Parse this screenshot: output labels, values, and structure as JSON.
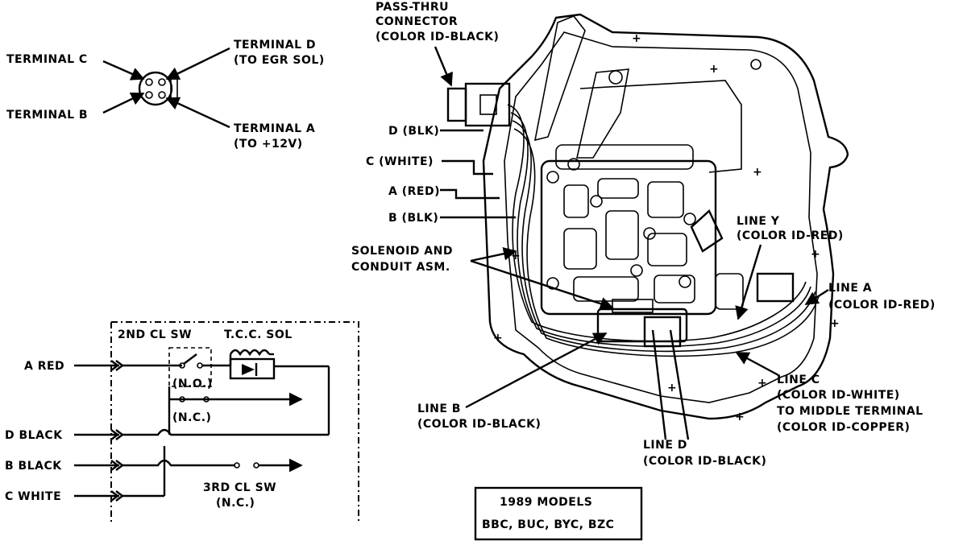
{
  "connector": {
    "terminal_c": "TERMINAL C",
    "terminal_b": "TERMINAL B",
    "terminal_d": "TERMINAL D",
    "terminal_d_note": "(TO EGR SOL)",
    "terminal_a": "TERMINAL A",
    "terminal_a_note": "(TO +12V)"
  },
  "transmission": {
    "pass_thru_line1": "PASS-THRU",
    "pass_thru_line2": "CONNECTOR",
    "pass_thru_line3": "(COLOR ID-BLACK)",
    "wire_d": "D (BLK)",
    "wire_c": "C (WHITE)",
    "wire_a": "A (RED)",
    "wire_b": "B (BLK)",
    "solenoid_line1": "SOLENOID AND",
    "solenoid_line2": "CONDUIT ASM.",
    "line_y_1": "LINE Y",
    "line_y_2": "(COLOR ID-RED)",
    "line_a_1": "LINE A",
    "line_a_2": "(COLOR ID-RED)",
    "line_c_1": "LINE C",
    "line_c_2": "(COLOR ID-WHITE)",
    "line_c_3": "TO MIDDLE TERMINAL",
    "line_c_4": "(COLOR ID-COPPER)",
    "line_b_1": "LINE B",
    "line_b_2": "(COLOR ID-BLACK)",
    "line_d_1": "LINE D",
    "line_d_2": "(COLOR ID-BLACK)"
  },
  "schematic": {
    "second_cl_sw": "2ND CL SW",
    "tcc_sol": "T.C.C. SOL",
    "no": "(N.O.)",
    "nc": "(N.C.)",
    "third_cl_sw": "3RD CL SW",
    "third_nc": "(N.C.)",
    "a_red": "A RED",
    "d_black": "D BLACK",
    "b_black": "B BLACK",
    "c_white": "C WHITE"
  },
  "models": {
    "line1": "1989 MODELS",
    "line2": "BBC, BUC, BYC, BZC"
  }
}
